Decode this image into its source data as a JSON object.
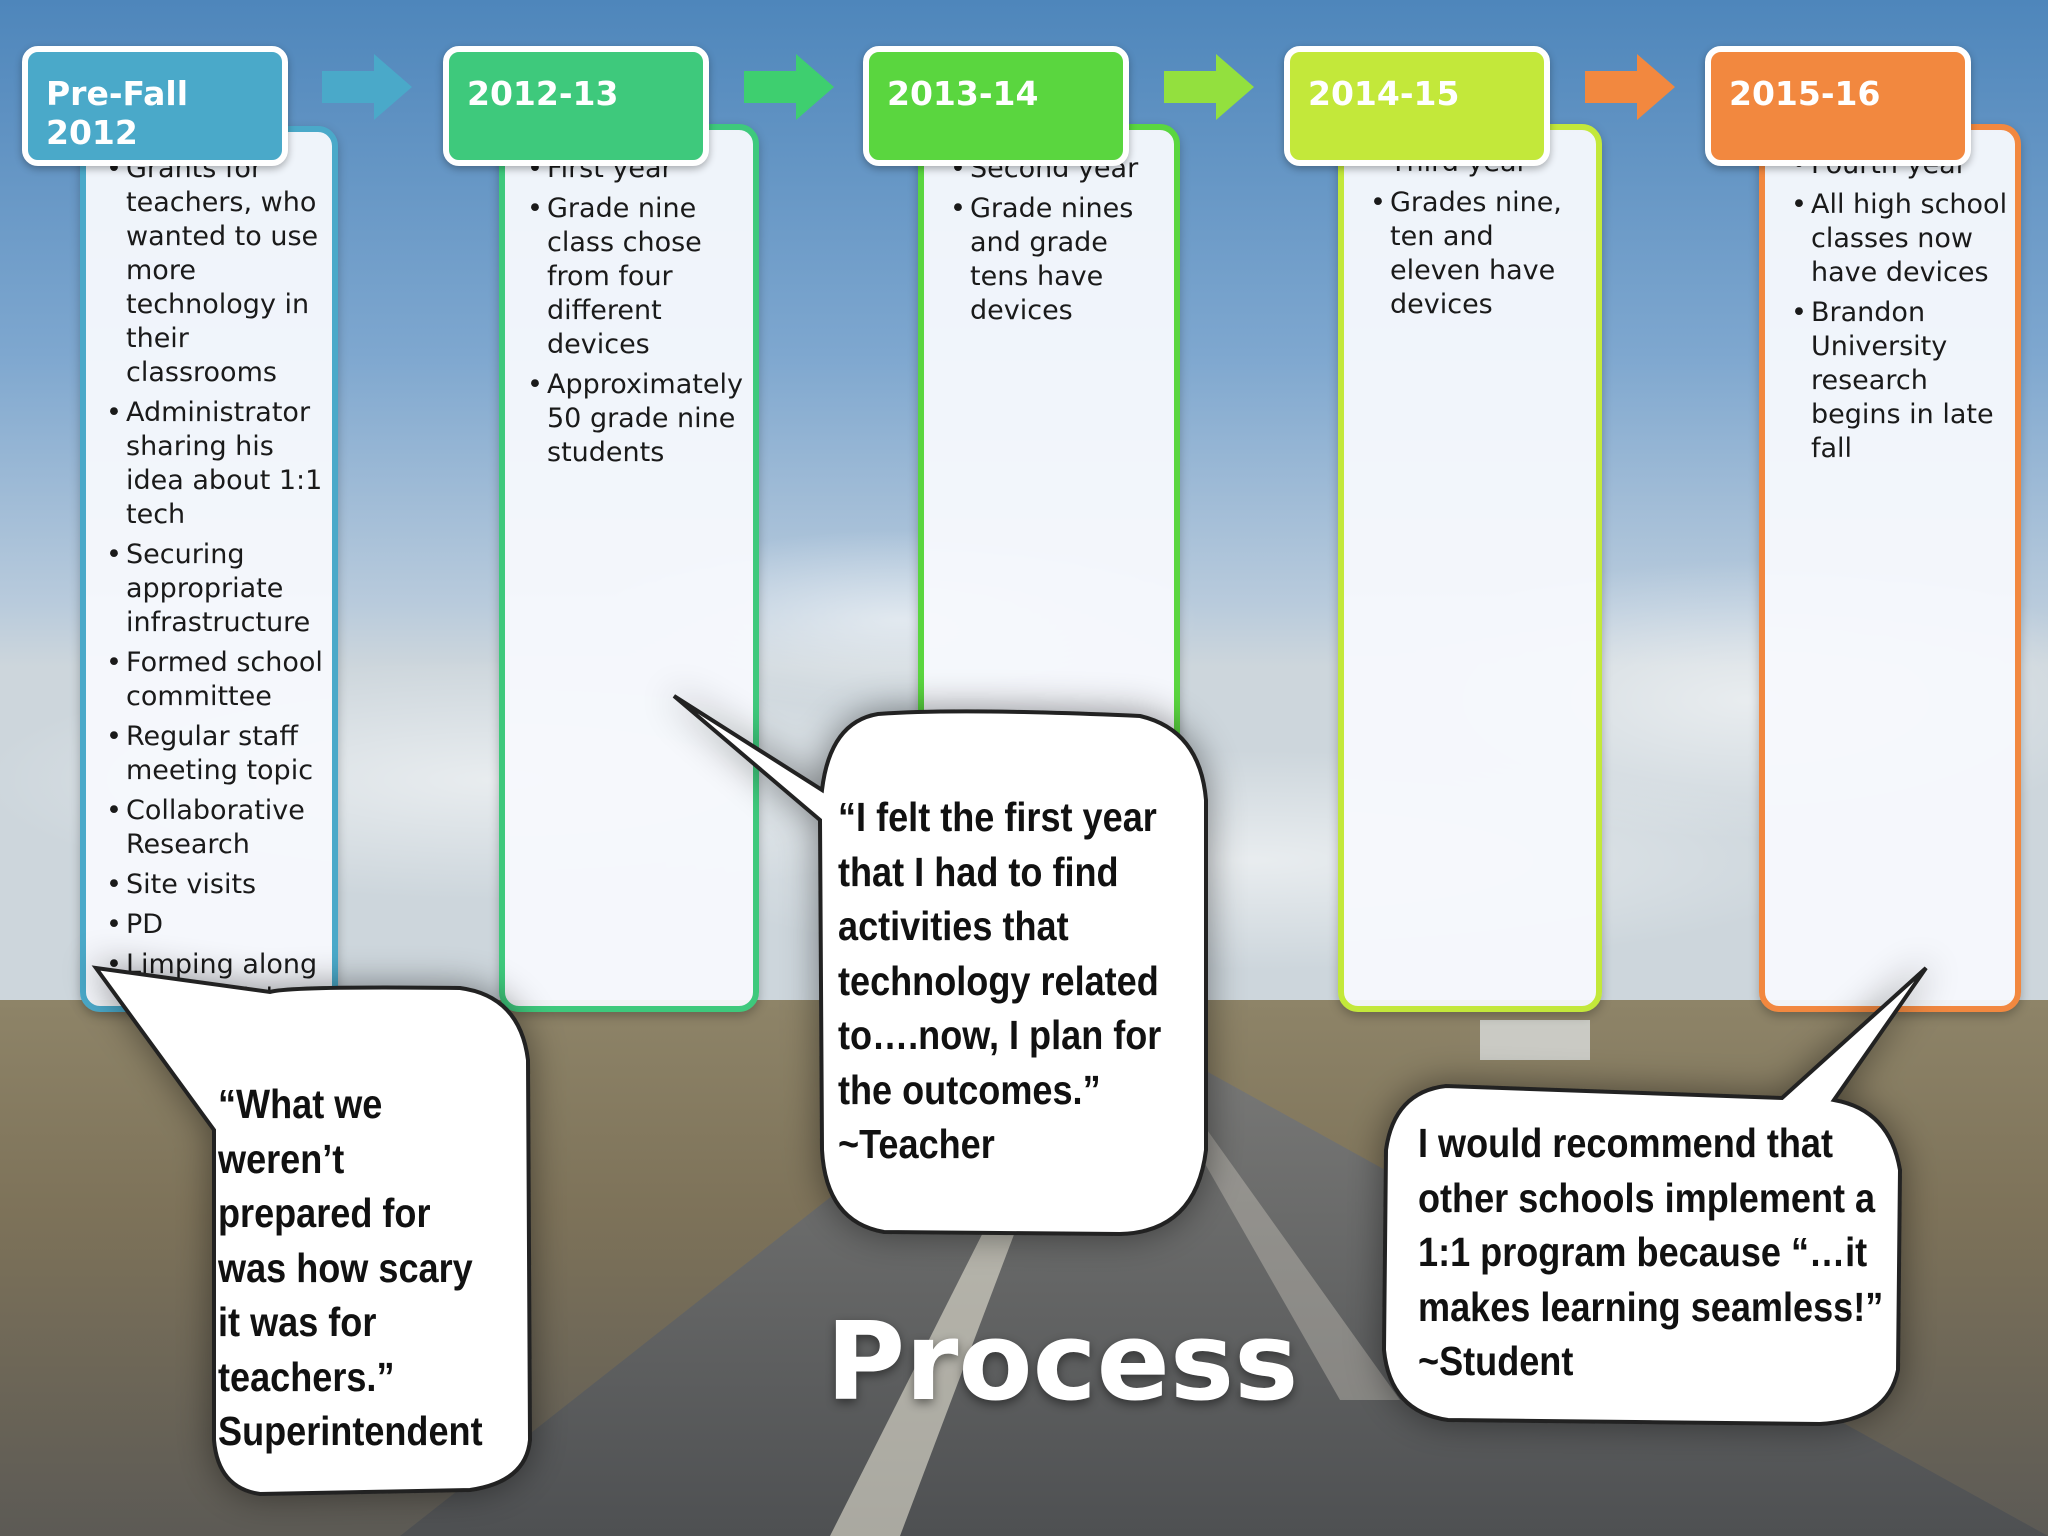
{
  "title": "Process",
  "timeline": [
    {
      "period": "Pre-Fall 2012",
      "color": "#4aa9c9",
      "items": [
        "Grants for teachers, who wanted to use more technology in their classrooms",
        "Administrator sharing his idea about 1:1 tech",
        "Securing appropriate infrastructure",
        "Formed school committee",
        "Regular staff meeting topic",
        "Collaborative Research",
        "Site visits",
        "PD",
        "Limping along with old labs"
      ]
    },
    {
      "period": "2012-13",
      "color": "#3ec97c",
      "items": [
        "First year",
        "Grade nine class chose from four different devices",
        "Approximately 50 grade nine students"
      ]
    },
    {
      "period": "2013-14",
      "color": "#5ad63f",
      "items": [
        "Second year",
        "Grade nines and grade tens have devices"
      ]
    },
    {
      "period": "2014-15",
      "color": "#c3e83a",
      "items": [
        "Third year",
        "Grades nine, ten and eleven have devices"
      ]
    },
    {
      "period": "2015-16",
      "color": "#f2883f",
      "items": [
        "Fourth year",
        "All high school classes now have devices",
        "Brandon University research begins in late fall"
      ]
    }
  ],
  "quotes": {
    "superintendent": "“What we weren’t prepared for was how scary it was for teachers.” Superintendent",
    "teacher": "“I felt the first year that I had to find activities that technology related to….now, I plan for the outcomes.” ~Teacher",
    "student": "I would recommend that other schools implement a 1:1 program because “…it makes learning seamless!” ~Student"
  }
}
